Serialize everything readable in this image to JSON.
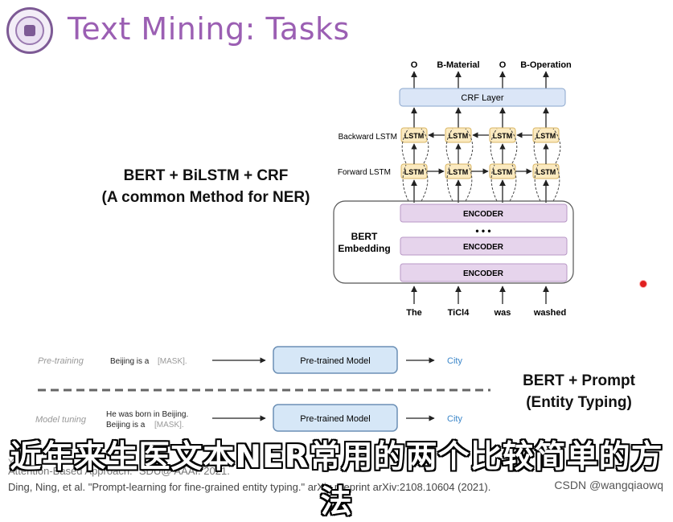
{
  "header": {
    "title": "Text Mining: Tasks"
  },
  "ner": {
    "title_line1": "BERT + BiLSTM + CRF",
    "title_line2": "(A common Method for NER)",
    "outputs": [
      "O",
      "B-Material",
      "O",
      "B-Operation"
    ],
    "crf_label": "CRF Layer",
    "backward_label": "Backward LSTM",
    "forward_label": "Forward LSTM",
    "lstm_label": "LSTM",
    "bert_label_1": "BERT",
    "bert_label_2": "Embedding",
    "encoder_label": "ENCODER",
    "ellipsis": "• • •",
    "inputs": [
      "The",
      "TiCl4",
      "was",
      "washed"
    ]
  },
  "prompt": {
    "title_line1": "BERT + Prompt",
    "title_line2": "(Entity Typing)",
    "pretraining_label": "Pre-training",
    "pretraining_text": "Beijing is a",
    "mask": "[MASK].",
    "model_label": "Pre-trained Model",
    "output": "City",
    "tuning_label": "Model tuning",
    "tuning_text_1": "He was born in Beijing.",
    "tuning_text_2": "Beijing is a"
  },
  "subtitle": "近年来生医文本NER常用的两个比较简单的方法",
  "references": {
    "partial": "Yan",
    "ref1": "Attention-Based Approach.\" SDU@ AAAI. 2021.",
    "ref2": "Ding, Ning, et al. \"Prompt-learning for fine-grained entity typing.\" arXiv preprint arXiv:2108.10604 (2021)."
  },
  "watermark": "CSDN @wangqiaowq",
  "colors": {
    "title": "#9b5fb3",
    "crf": "#dbe6f7",
    "lstm": "#fbeac0",
    "encoder": "#e6d4ec",
    "model": "#d6e7f7",
    "city": "#3b86c9"
  }
}
